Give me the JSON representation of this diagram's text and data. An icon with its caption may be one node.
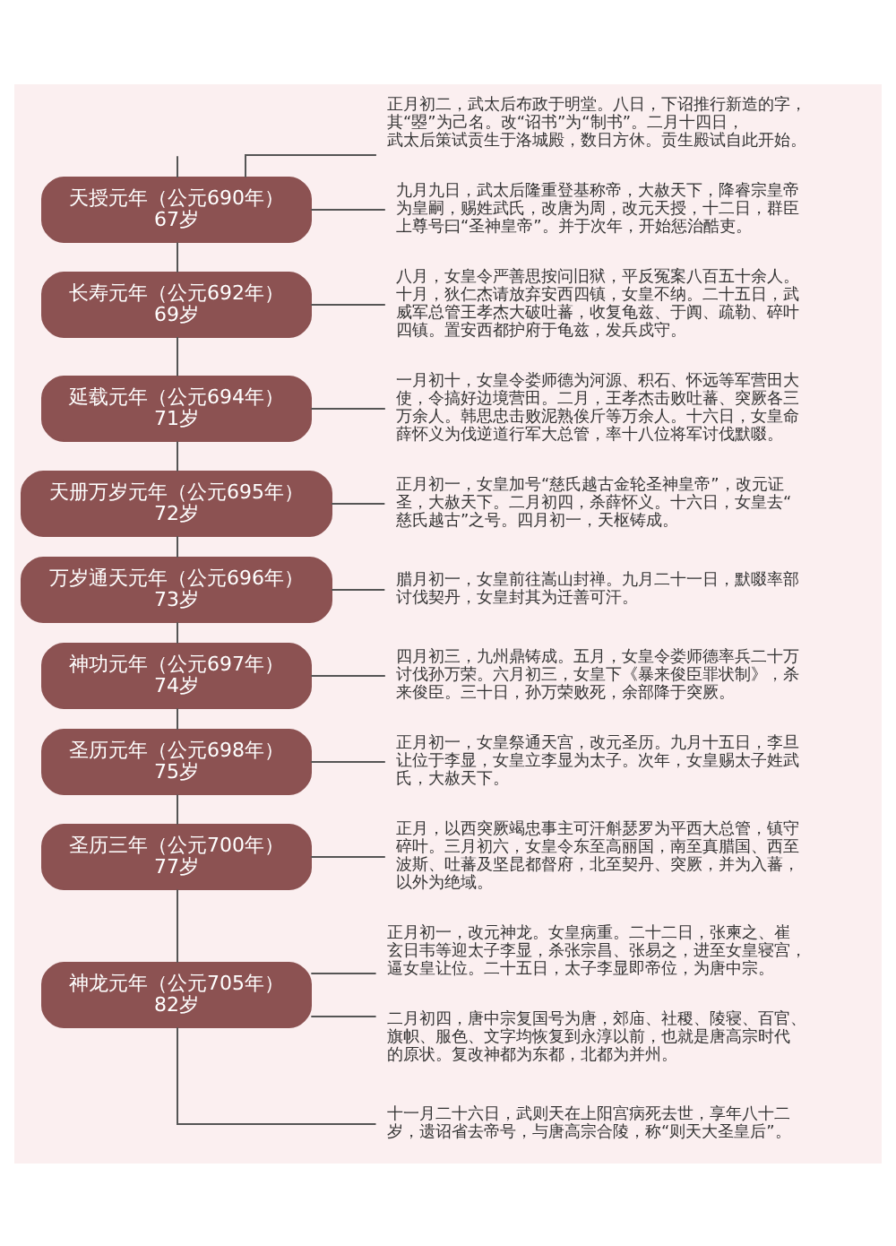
{
  "diagram": {
    "nodes": [
      {
        "text": [
          "天授元年（公元690年）",
          "67岁"
        ]
      },
      {
        "text": [
          "正月初二，武太后布政于明堂。八日，下诏推行新造的字，其“曌”为己名。改“诏书”为“制书”。二月十四日，武太后策试贡生于洛城殿，数日方休。贡生殿试自此开始。"
        ]
      },
      {
        "text": [
          "九月九日，武太后隆重登基称帝，大赦天下，降睿宗皇帝为皇嗣，赐姓武氏，改唐为周，改元天授，十二日，群臣上尊号曰“圣神皇帝”。并于次年，开始惩治酷吏。"
        ]
      },
      {
        "text": [
          "长寿元年（公元692年）",
          "69岁"
        ]
      },
      {
        "text": [
          "八月，女皇令严善思按问旧狱，平反冤案八百五十余人。十月，狄仁杰请放弃安西四镇，女皇不纳。二十五日，武威军总管王孝杰大破吐蕃，收复龟兹、于阗、疏勒、碎叶四镇。置安西都护府于龟兹，发兵戍守。"
        ]
      },
      {
        "text": [
          "延载元年（公元694年）",
          "71岁"
        ]
      },
      {
        "text": [
          "一月初十，女皇令娄师德为河源、积石、怀远等军营田大使，令搞好边境营田。二月，王孝杰击败吐蕃、突厥各三万余人。韩思忠击败泥熟俟斤等万余人。十六日，女皇命薛怀义为伐逆道行军大总管，率十八位将军讨伐默啜。"
        ]
      },
      {
        "text": [
          "天册万岁元年（公元695年）",
          "72岁"
        ]
      },
      {
        "text": [
          "正月初一，女皇加号“慈氏越古金轮圣神皇帝”，改元证圣，大赦天下。二月初四，杀薛怀义。十六日，女皇去“慈氏越古”之号。四月初一，天枢铸成。"
        ]
      },
      {
        "text": [
          "万岁通天元年（公元696年）",
          "73岁"
        ]
      },
      {
        "text": [
          "腊月初一，女皇前往嵩山封禅。九月二十一日，默啜率部讨伐契丹，女皇封其为迁善可汗。"
        ]
      },
      {
        "text": [
          "神功元年（公元697年）",
          "74岁"
        ]
      },
      {
        "text": [
          "四月初三，九州鼎铸成。五月，女皇令娄师德率兵二十万讨伐孙万荣。六月初三，女皇下《暴来俊臣罪状制》，杀来俊臣。三十日，孙万荣败死，余部降于突厥。"
        ]
      },
      {
        "text": [
          "圣历元年（公元698年）",
          "75岁"
        ]
      },
      {
        "text": [
          "正月初一，女皇祭通天宫，改元圣历。九月十五日，李旦让位于李显，女皇立李显为太子。次年，女皇赐太子姓武氏，大赦天下。"
        ]
      },
      {
        "text": [
          "圣历三年（公元700年）",
          "77岁"
        ]
      },
      {
        "text": [
          "正月，以西突厥竭忠事主可汗斛瑟罗为平西大总管，镇守碎叶。三月初六，女皇令东至高丽国，南至真腊国、西至波斯、吐蕃及坚昆都督府，北至契丹、突厥，并为入蕃，以外为绝域。"
        ]
      },
      {
        "text": [
          "神龙元年（公元705年）",
          "82岁"
        ]
      },
      {
        "text": [
          "正月初一，改元神龙。女皇病重。二十二日，张柬之、崔玄日韦等迎太子李显，杀张宗昌、张易之，进至女皇寝宫，逼女皇让位。二十五日，太子李显即帝位，为唐中宗。"
        ]
      },
      {
        "text": [
          "二月初四，唐中宗复国号为唐，郊庙、社稷、陵寝、百官、旗帜、服色、文字均恢复到永淳以前，也就是唐高宗时代的原状。复改神都为东都，北都为并州。"
        ]
      },
      {
        "text": [
          "十一月二十六日，武则天在上阳宫病死去世，享年八十二岁，遗诏省去帝号，与唐高宗合陵，称“则天大圣皇后”。"
        ]
      }
    ],
    "edges": [
      {
        "from": null,
        "to": 0,
        "arrow": "none"
      },
      {
        "from": 0,
        "to": 1,
        "arrow": "none"
      },
      {
        "from": 0,
        "to": 2,
        "arrow": "none"
      },
      {
        "from": 0,
        "to": 3,
        "arrow": "none"
      },
      {
        "from": 3,
        "to": 4,
        "arrow": "none"
      },
      {
        "from": 3,
        "to": 5,
        "arrow": "none"
      },
      {
        "from": 5,
        "to": 6,
        "arrow": "none"
      },
      {
        "from": 5,
        "to": 7,
        "arrow": "none"
      },
      {
        "from": 7,
        "to": 8,
        "arrow": "none"
      },
      {
        "from": 7,
        "to": 9,
        "arrow": "none"
      },
      {
        "from": 9,
        "to": 10,
        "arrow": "none"
      },
      {
        "from": 9,
        "to": 11,
        "arrow": "none"
      },
      {
        "from": 11,
        "to": 12,
        "arrow": "none"
      },
      {
        "from": 11,
        "to": 13,
        "arrow": "none"
      },
      {
        "from": 13,
        "to": 14,
        "arrow": "none"
      },
      {
        "from": 13,
        "to": 15,
        "arrow": "none"
      },
      {
        "from": 15,
        "to": 16,
        "arrow": "none"
      },
      {
        "from": 15,
        "to": 17,
        "arrow": "none"
      },
      {
        "from": 17,
        "to": 18,
        "arrow": "none"
      },
      {
        "from": 17,
        "to": 19,
        "arrow": "none"
      },
      {
        "from": 17,
        "to": 20,
        "arrow": "none"
      }
    ]
  }
}
